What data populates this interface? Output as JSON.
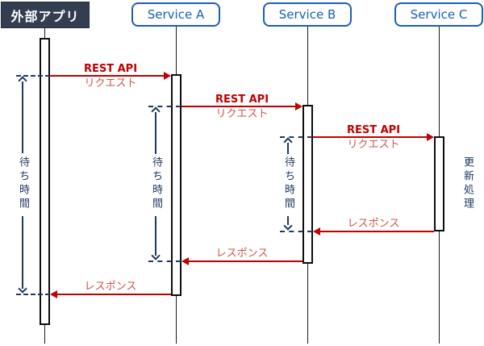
{
  "actors": [
    {
      "label": "外部アプリ",
      "style": "dark"
    },
    {
      "label": "Service A",
      "style": "blue-rounded"
    },
    {
      "label": "Service B",
      "style": "blue-rounded"
    },
    {
      "label": "Service C",
      "style": "blue-rounded"
    }
  ],
  "messages": [
    {
      "title": "REST API",
      "subtitle": "リクエスト",
      "from": "外部アプリ",
      "to": "Service A",
      "direction": "right"
    },
    {
      "title": "REST API",
      "subtitle": "リクエスト",
      "from": "Service A",
      "to": "Service B",
      "direction": "right"
    },
    {
      "title": "REST API",
      "subtitle": "リクエスト",
      "from": "Service B",
      "to": "Service C",
      "direction": "right"
    },
    {
      "title": "レスポンス",
      "from": "Service C",
      "to": "Service B",
      "direction": "left"
    },
    {
      "title": "レスポンス",
      "from": "Service B",
      "to": "Service A",
      "direction": "left"
    },
    {
      "title": "レスポンス",
      "from": "Service A",
      "to": "外部アプリ",
      "direction": "left"
    }
  ],
  "annotations": {
    "wait_labels": [
      "待ち時間",
      "待ち時間",
      "待ち時間"
    ],
    "update_label": "更新処理"
  },
  "colors": {
    "arrow_red": "#C00000",
    "label_red_light": "#C4574F",
    "measure_navy": "#1F3864",
    "actor_dark_bg": "#333F50",
    "service_blue": "#1B5EB4",
    "lifeline_black": "#1a1a1a"
  }
}
